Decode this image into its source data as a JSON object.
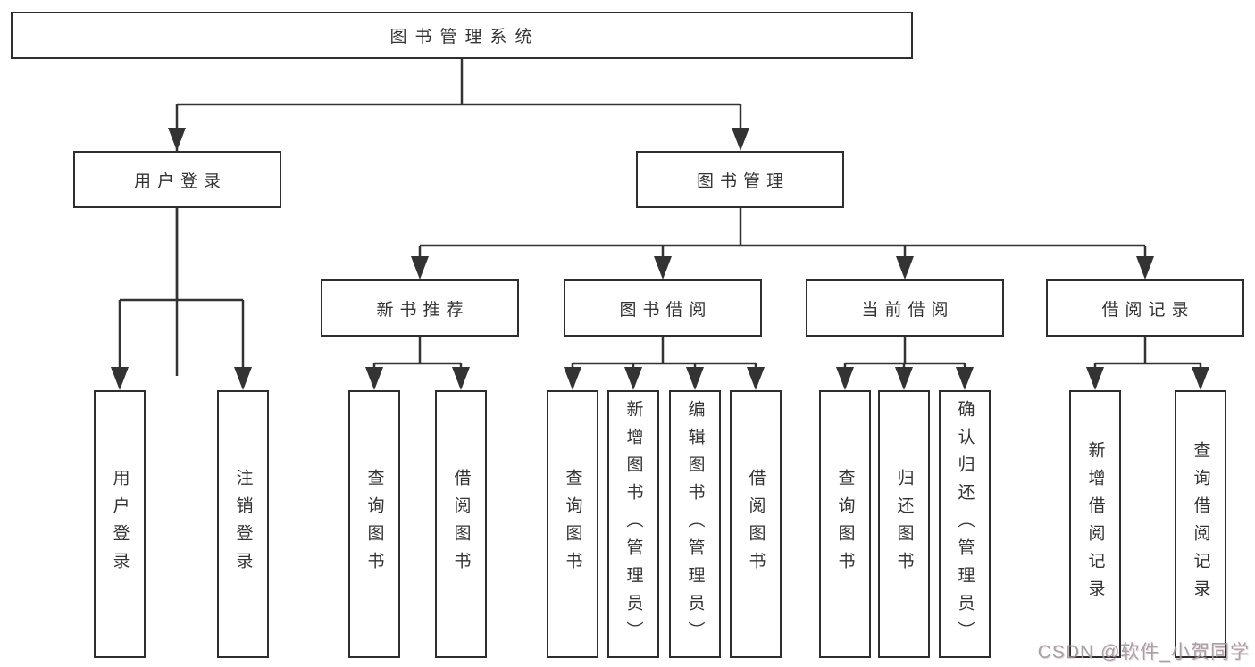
{
  "title": "图书管理系统",
  "watermark": {
    "text": "CSDN @软件_小贺同学"
  },
  "colors": {
    "line": "#333333",
    "box_border": "#2e2e2e",
    "text": "#333333",
    "background": "#ffffff",
    "watermark": "#9b9ba3"
  },
  "diagram_type": "hierarchy-tree",
  "tree": {
    "label": "图书管理系统",
    "children": [
      {
        "label": "用户登录",
        "children": [
          {
            "label": "用户登录"
          },
          {
            "label": "注销登录"
          }
        ]
      },
      {
        "label": "图书管理",
        "children": [
          {
            "label": "新书推荐",
            "children": [
              {
                "label": "查询图书"
              },
              {
                "label": "借阅图书"
              }
            ]
          },
          {
            "label": "图书借阅",
            "children": [
              {
                "label": "查询图书"
              },
              {
                "label": "新增图书（管理员）"
              },
              {
                "label": "编辑图书（管理员）"
              },
              {
                "label": "借阅图书"
              }
            ]
          },
          {
            "label": "当前借阅",
            "children": [
              {
                "label": "查询图书"
              },
              {
                "label": "归还图书"
              },
              {
                "label": "确认归还（管理员）"
              }
            ]
          },
          {
            "label": "借阅记录",
            "children": [
              {
                "label": "新增借阅记录"
              },
              {
                "label": "查询借阅记录"
              }
            ]
          }
        ]
      }
    ]
  }
}
